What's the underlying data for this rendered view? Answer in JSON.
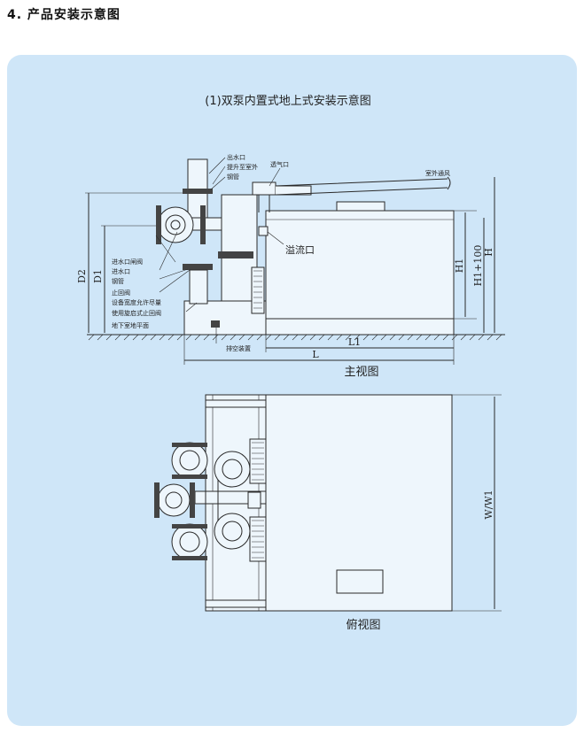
{
  "section_heading": "4. 产品安装示意图",
  "diagram_title": "(1)双泵内置式地上式安装示意图",
  "front_view": {
    "caption": "主视图",
    "labels": {
      "outlet": "出水口",
      "lift_pipe": "提升至室外",
      "steel_pipe": "钢管",
      "vent": "透气口",
      "outdoor_vent": "室外通风",
      "overflow": "溢流口",
      "inlet_gate_valve": "进水口闸阀",
      "inlet": "进水口",
      "steel_pipe_2": "钢管",
      "check_valve": "止回阀",
      "equipment_width": "设备宽度允许尽量",
      "swing_check_valve": "使用旋启式止回阀",
      "basement_floor": "地下室地平面",
      "drain_device": "排空装置"
    },
    "dims": {
      "d2": "D2",
      "d1": "D1",
      "h1": "H1",
      "h1_100": "H1+100",
      "h": "H",
      "l1": "L1",
      "l": "L"
    }
  },
  "top_view": {
    "caption": "俯视图",
    "dims": {
      "w": "W/W1"
    }
  }
}
